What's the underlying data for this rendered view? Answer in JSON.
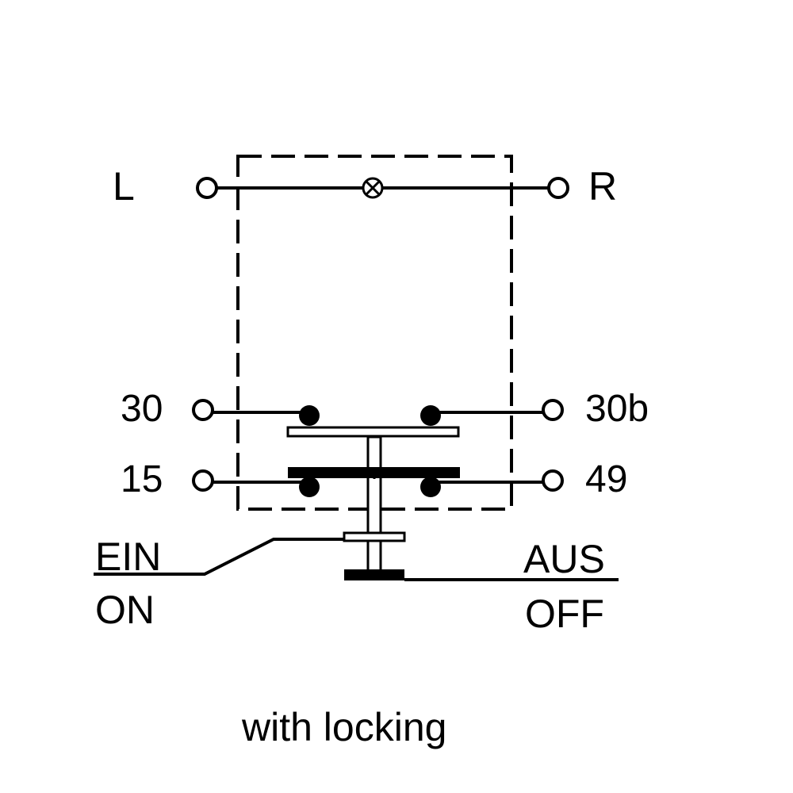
{
  "terminals": {
    "L": "L",
    "R": "R",
    "t30": "30",
    "t30b": "30b",
    "t15": "15",
    "t49": "49"
  },
  "switch_labels": {
    "ein": "EIN",
    "on": "ON",
    "aus": "AUS",
    "off": "OFF"
  },
  "caption": "with locking",
  "colors": {
    "line": "#000000",
    "background": "#ffffff"
  }
}
